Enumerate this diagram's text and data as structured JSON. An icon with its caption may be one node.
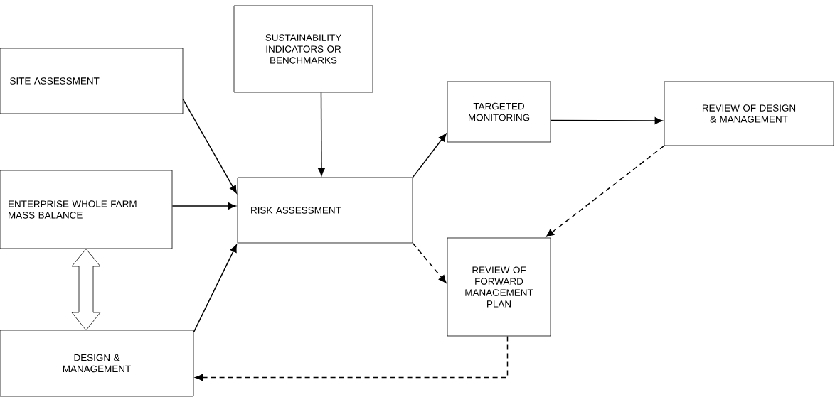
{
  "diagram": {
    "nodes": [
      {
        "text": [
          "SITE ASSESSMENT"
        ]
      },
      {
        "text": [
          "SUSTAINABILITY INDICATORS OR BENCHMARKS"
        ]
      },
      {
        "text": [
          "TARGETED MONITORING"
        ]
      },
      {
        "text": [
          "REVIEW OF DESIGN & MANAGEMENT"
        ]
      },
      {
        "text": [
          "ENTERPRISE WHOLE FARM MASS BALANCE"
        ]
      },
      {
        "text": [
          "RISK ASSESSMENT"
        ]
      },
      {
        "text": [
          "REVIEW OF FORWARD MANAGEMENT PLAN"
        ]
      },
      {
        "text": [
          "DESIGN & MANAGEMENT"
        ]
      }
    ],
    "edges": [
      {
        "from": 0,
        "to": 5,
        "arrow": "to"
      },
      {
        "from": 1,
        "to": 5,
        "arrow": "to"
      },
      {
        "from": 4,
        "to": 5,
        "arrow": "to"
      },
      {
        "from": 7,
        "to": 5,
        "arrow": "to"
      },
      {
        "from": 5,
        "to": 2,
        "arrow": "to"
      },
      {
        "from": 2,
        "to": 3,
        "arrow": "to"
      },
      {
        "from": 3,
        "to": 6,
        "arrow": "to",
        "style": "dashed"
      },
      {
        "from": 5,
        "to": 6,
        "arrow": "to",
        "style": "dashed"
      },
      {
        "from": 6,
        "to": 7,
        "arrow": "to",
        "style": "dashed"
      },
      {
        "from": 4,
        "to": 7,
        "arrow": "both",
        "style": "thick"
      }
    ]
  }
}
